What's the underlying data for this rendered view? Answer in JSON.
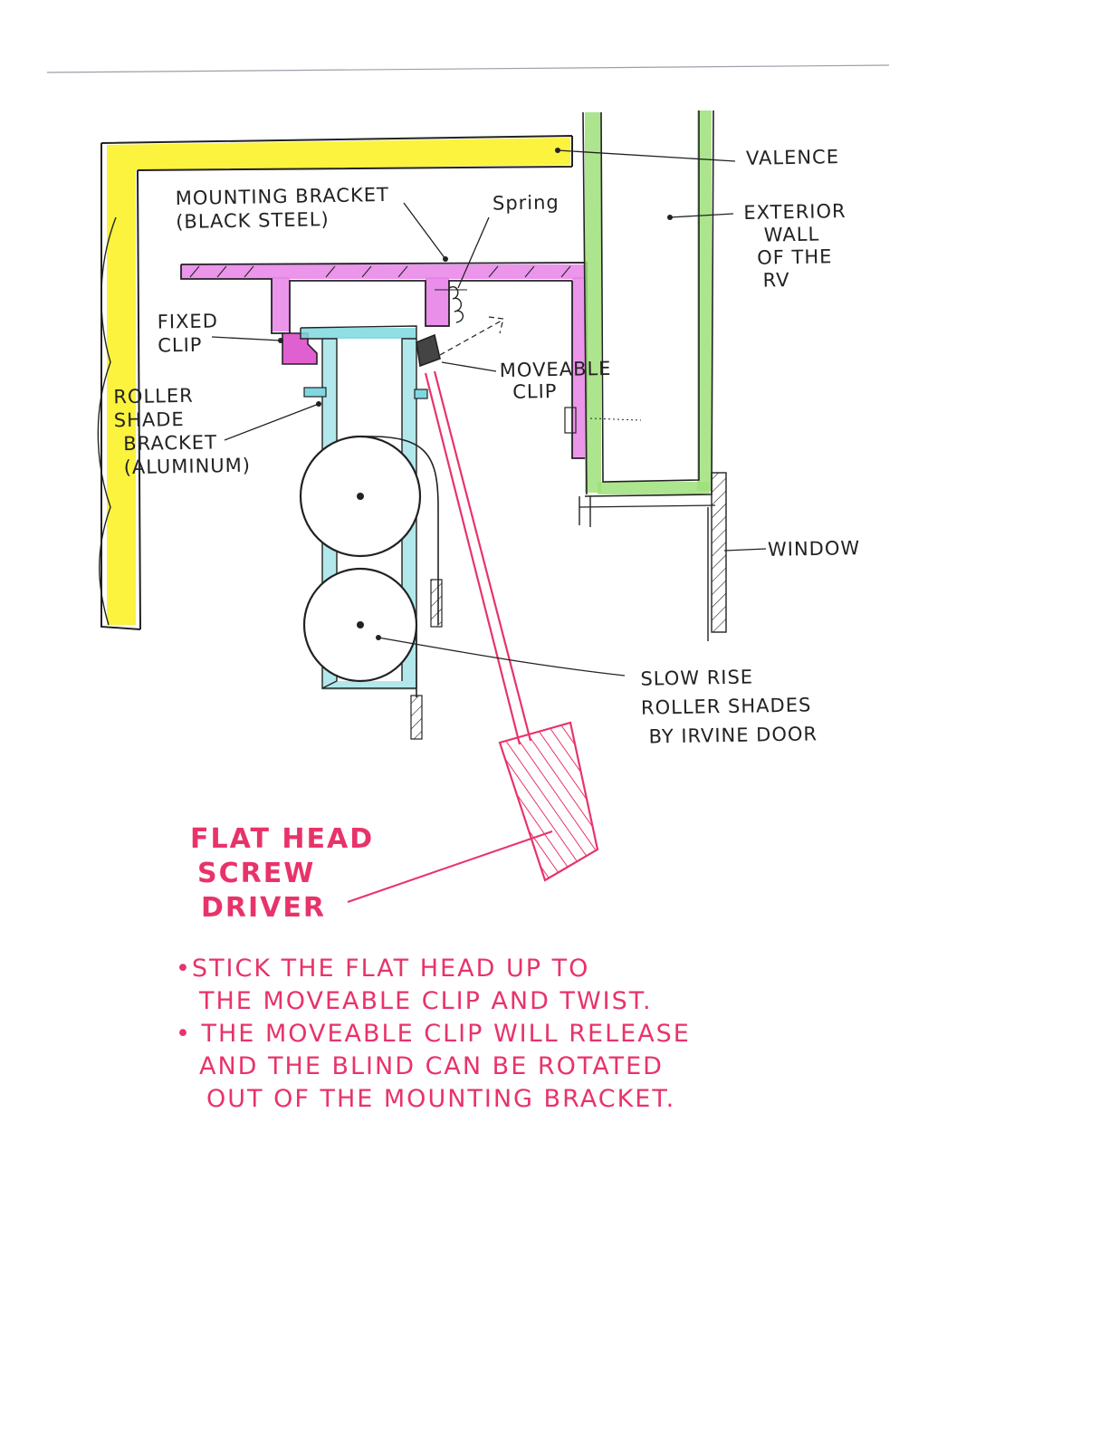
{
  "colors": {
    "valence": "#fbf233",
    "bracket": "#e783e8",
    "wall": "#9fe07a",
    "roller_bracket": "#7fd8e0",
    "screwdriver": "#e8336a",
    "ink": "#222222"
  },
  "labels": {
    "valence": "VALENCE",
    "exterior_wall": [
      "EXTERIOR",
      "WALL",
      "OF THE",
      "RV"
    ],
    "mounting_bracket": [
      "MOUNTING BRACKET",
      "(BLACK STEEL)"
    ],
    "spring": "Spring",
    "fixed_clip": [
      "FIXED",
      "CLIP"
    ],
    "moveable_clip": [
      "MOVEABLE",
      "CLIP"
    ],
    "roller_shade_bracket": [
      "ROLLER",
      "SHADE",
      "BRACKET",
      "(ALUMINUM)"
    ],
    "window": "WINDOW",
    "roller_shades": [
      "SLOW RISE",
      "ROLLER SHADES",
      "BY IRVINE DOOR"
    ],
    "screwdriver": [
      "FLAT HEAD",
      "SCREW",
      "DRIVER"
    ]
  },
  "instructions": [
    "•STICK THE FLAT HEAD UP TO",
    "THE MOVEABLE CLIP AND TWIST.",
    "• THE MOVEABLE CLIP WILL RELEASE",
    "AND THE BLIND CAN BE ROTATED",
    "OUT OF THE MOUNTING BRACKET."
  ]
}
